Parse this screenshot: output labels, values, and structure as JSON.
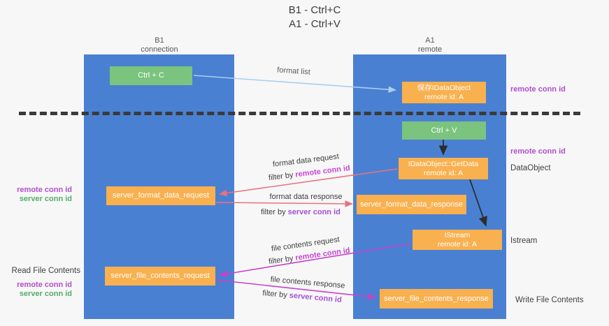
{
  "title": {
    "line1": "B1 - Ctrl+C",
    "line2": "A1 - Ctrl+V"
  },
  "columns": {
    "left": {
      "name": "B1",
      "subtitle": "connection"
    },
    "right": {
      "name": "A1",
      "subtitle": "remote"
    }
  },
  "nodes": {
    "ctrl_c": "Ctrl + C",
    "ctrl_v": "Ctrl + V",
    "save_idataobject": {
      "line1": "保存IDataObject",
      "line2": "remote id: A"
    },
    "getdata": {
      "line1": "IDataObject::GetData",
      "line2": "remote id: A"
    },
    "istream": {
      "line1": "IStream",
      "line2": "remote id: A"
    },
    "server_format_data_request": "server_format_data_request",
    "server_format_data_response": "server_format_data_response",
    "server_file_contents_request": "server_file_contents_request",
    "server_file_contents_response": "server_file_contents_response"
  },
  "edge_labels": {
    "format_list": "format list",
    "format_data_request": "format data request",
    "format_data_response": "format data response",
    "file_contents_request": "file contents request",
    "file_contents_response": "file contents response",
    "filter_by": "filter by",
    "remote_conn_id": "remote conn id",
    "server_conn_id": "server conn id"
  },
  "side_labels": {
    "remote_conn_id": "remote conn id",
    "server_conn_id": "server conn id",
    "dataobject": "DataObject",
    "istream": "Istream",
    "read_file_contents": "Read File Contents",
    "write_file_contents": "Write File Contents"
  },
  "colors": {
    "lane_fill": "#4a80d2",
    "action_fill": "#7ac47f",
    "message_fill": "#f9b04e",
    "request_arrow": "#e8737c",
    "contents_arrow": "#ca41ca",
    "format_list_arrow": "#a9cfee",
    "black_arrow": "#2d2d2d",
    "remote_conn_id": "#b14fc9",
    "server_conn_id_green": "#53ad69",
    "edge_remote_highlight": "#c645d2",
    "edge_server_highlight": "#a34fd4"
  }
}
